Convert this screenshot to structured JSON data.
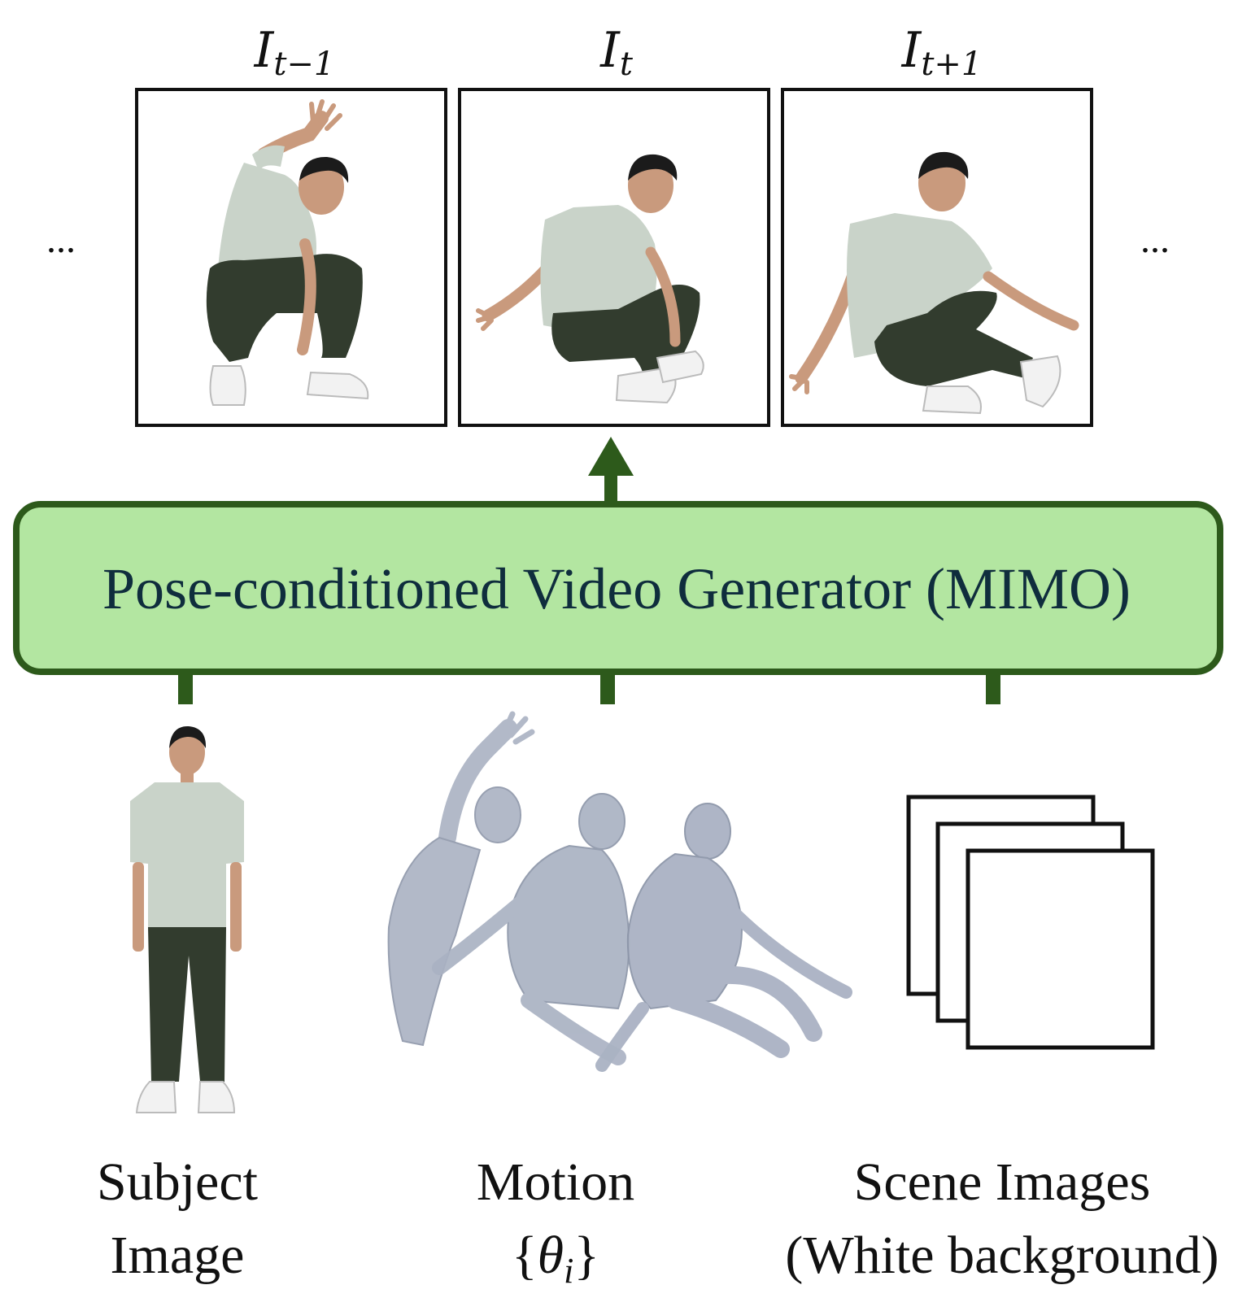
{
  "frames": {
    "prev": {
      "var": "I",
      "sub": "t−1"
    },
    "curr": {
      "var": "I",
      "sub": "t"
    },
    "next": {
      "var": "I",
      "sub": "t+1"
    }
  },
  "ellipsis_left": "...",
  "ellipsis_right": "...",
  "generator": {
    "label": "Pose-conditioned Video Generator (MIMO)"
  },
  "inputs": {
    "subject": {
      "line1": "Subject",
      "line2": "Image"
    },
    "motion": {
      "line1": "Motion",
      "open": "{",
      "theta": "θ",
      "sub": "i",
      "close": "}"
    },
    "scene": {
      "line1": "Scene Images",
      "line2": "(White background)"
    }
  },
  "colors": {
    "generator_fill": "#b3e6a1",
    "generator_stroke": "#2d5a1b",
    "generator_text": "#0f2d3d",
    "arrow": "#2d5a1b",
    "shirt": "#c9d3c9",
    "pants": "#323c2e",
    "skin": "#c99a7d",
    "hair": "#1b1b1b",
    "shoe": "#f2f2f2",
    "mesh": "#aab2c3"
  }
}
